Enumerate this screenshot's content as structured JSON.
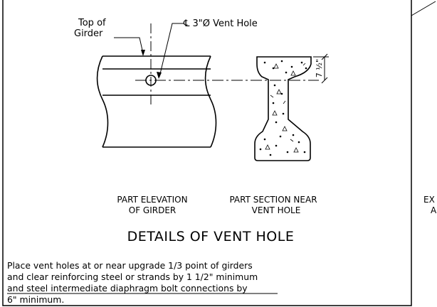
{
  "labels": {
    "top_of_girder_line1": "Top of",
    "top_of_girder_line2": "Girder",
    "vent_hole_callout": "℄ 3\"Ø Vent Hole",
    "dimension": "7 ½\"",
    "elevation_caption_line1": "PART ELEVATION",
    "elevation_caption_line2": "OF GIRDER",
    "section_caption_line1": "PART SECTION NEAR",
    "section_caption_line2": "VENT HOLE",
    "right_edge_line1": "EX",
    "right_edge_line2": "A"
  },
  "title": "DETAILS OF VENT HOLE",
  "notes": {
    "line1": "Place vent holes at or near upgrade 1/3 point of girders",
    "line2": "and clear reinforcing steel or strands by 1 1/2\" minimum",
    "line3": "and steel intermediate diaphragm bolt connections by",
    "line4": "6\" minimum."
  }
}
